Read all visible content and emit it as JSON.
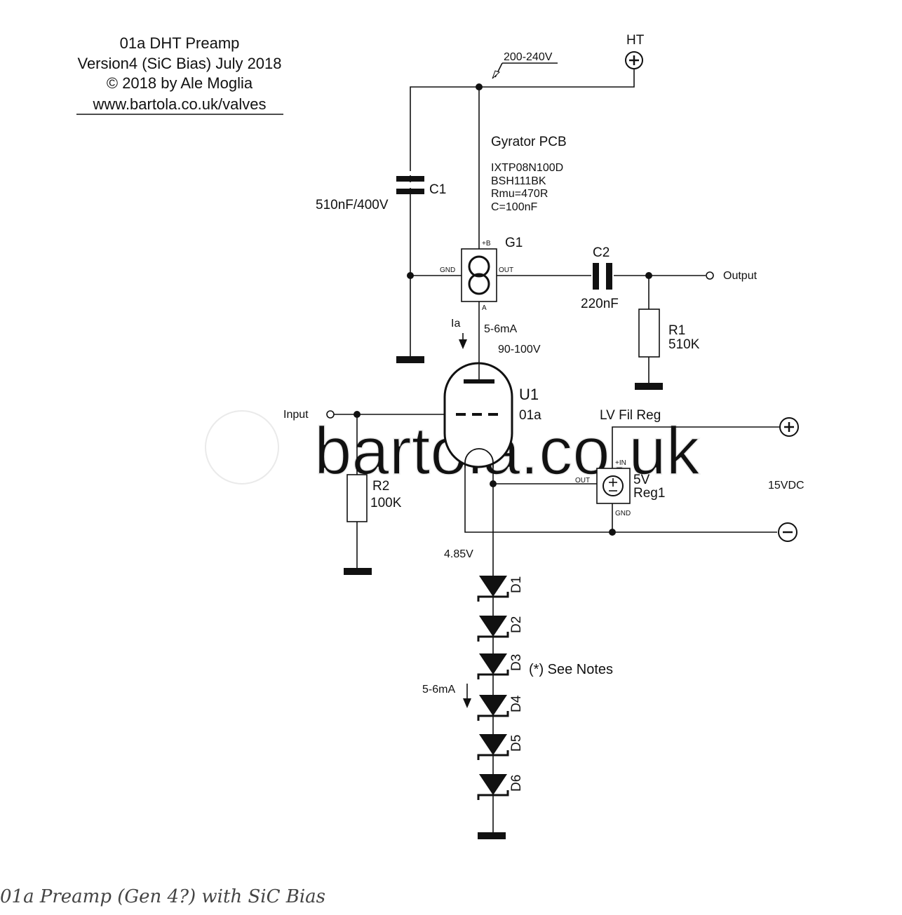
{
  "diagram": {
    "title_lines": [
      "01a DHT Preamp",
      "Version4 (SiC Bias)  July 2018",
      "© 2018 by Ale Moglia",
      "www.bartola.co.uk/valves"
    ],
    "ht": {
      "label": "HT",
      "voltage": "200-240V"
    },
    "c1": {
      "name": "C1",
      "value": "510nF/400V"
    },
    "gyrator": {
      "title": "Gyrator PCB",
      "specs": [
        "IXTP08N100D",
        "BSH111BK",
        "Rmu=470R",
        "C=100nF"
      ],
      "ref": "G1",
      "pin_b": "+B",
      "pin_gnd": "GND",
      "pin_out": "OUT",
      "pin_a": "A"
    },
    "c2": {
      "name": "C2",
      "value": "220nF"
    },
    "output_label": "Output",
    "r1": {
      "name": "R1",
      "value": "510K"
    },
    "ia_label": "Ia",
    "anode_current": "5-6mA",
    "anode_voltage": "90-100V",
    "u1": {
      "name": "U1",
      "type": "01a"
    },
    "input_label": "Input",
    "r2": {
      "name": "R2",
      "value": "100K"
    },
    "regulator": {
      "title": "LV Fil Reg",
      "pin_in": "+IN",
      "pin_out": "OUT",
      "pin_gnd": "GND",
      "voltage": "5V",
      "ref": "Reg1"
    },
    "supply_label": "15VDC",
    "cathode_voltage": "4.85V",
    "diodes": [
      "D1",
      "D2",
      "D3",
      "D4",
      "D5",
      "D6"
    ],
    "notes_label": "(*) See Notes",
    "diode_current": "5-6mA",
    "watermark": "bartola.co.uk"
  },
  "caption": "01a Preamp (Gen 4?) with SiC Bias"
}
